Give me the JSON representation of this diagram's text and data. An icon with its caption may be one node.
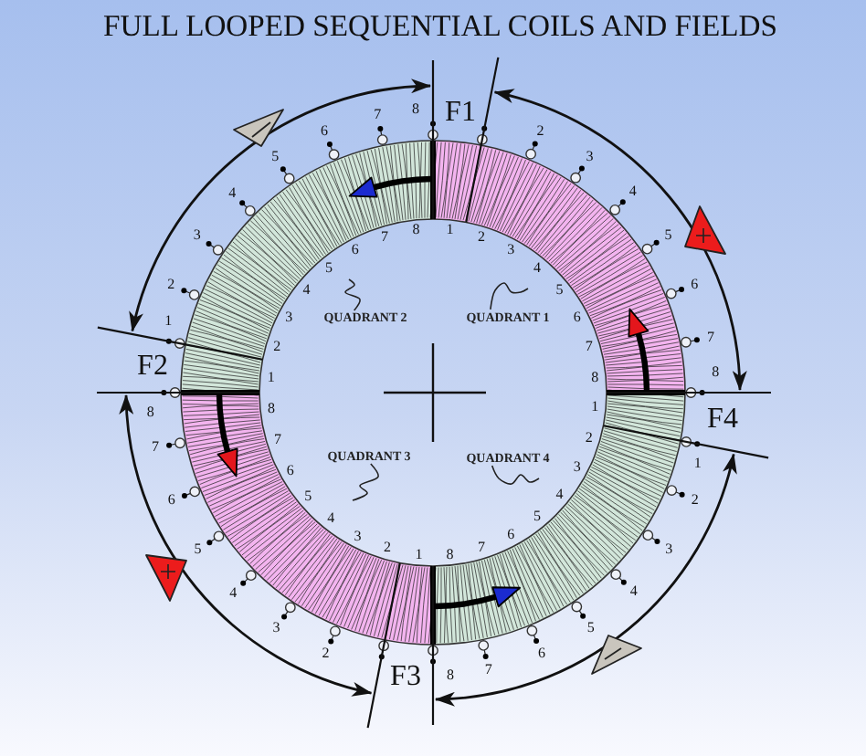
{
  "diagram": {
    "title": "FULL LOOPED SEQUENTIAL COILS AND FIELDS",
    "nodes": [
      {
        "text": [
          "QUADRANT 2"
        ]
      },
      {
        "text": [
          "QUADRANT 1"
        ]
      },
      {
        "text": [
          "QUADRANT 3"
        ]
      },
      {
        "text": [
          "QUADRANT 4"
        ]
      }
    ],
    "edges": [
      {
        "from": 0,
        "to": null,
        "arrow": "none"
      },
      {
        "from": 1,
        "to": null,
        "arrow": "none"
      },
      {
        "from": 2,
        "to": null,
        "arrow": "none"
      },
      {
        "from": 3,
        "to": null,
        "arrow": "none"
      }
    ],
    "labels": [
      "F1",
      "F2",
      "F4",
      "F3",
      "1",
      "2",
      "3",
      "4",
      "5",
      "6",
      "7",
      "8",
      "2",
      "3",
      "4",
      "5",
      "6",
      "7",
      "8",
      "2",
      "3",
      "4",
      "5",
      "6",
      "7",
      "8",
      "1",
      "2",
      "3",
      "4",
      "5",
      "6",
      "7",
      "8",
      "1",
      "2",
      "3",
      "4",
      "5",
      "6",
      "7",
      "8",
      "1",
      "2",
      "3",
      "4",
      "5",
      "6",
      "7",
      "8",
      "1",
      "2",
      "3",
      "4",
      "5",
      "6",
      "7",
      "8",
      "1",
      "2",
      "3",
      "4",
      "5",
      "6",
      "7",
      "8"
    ]
  }
}
